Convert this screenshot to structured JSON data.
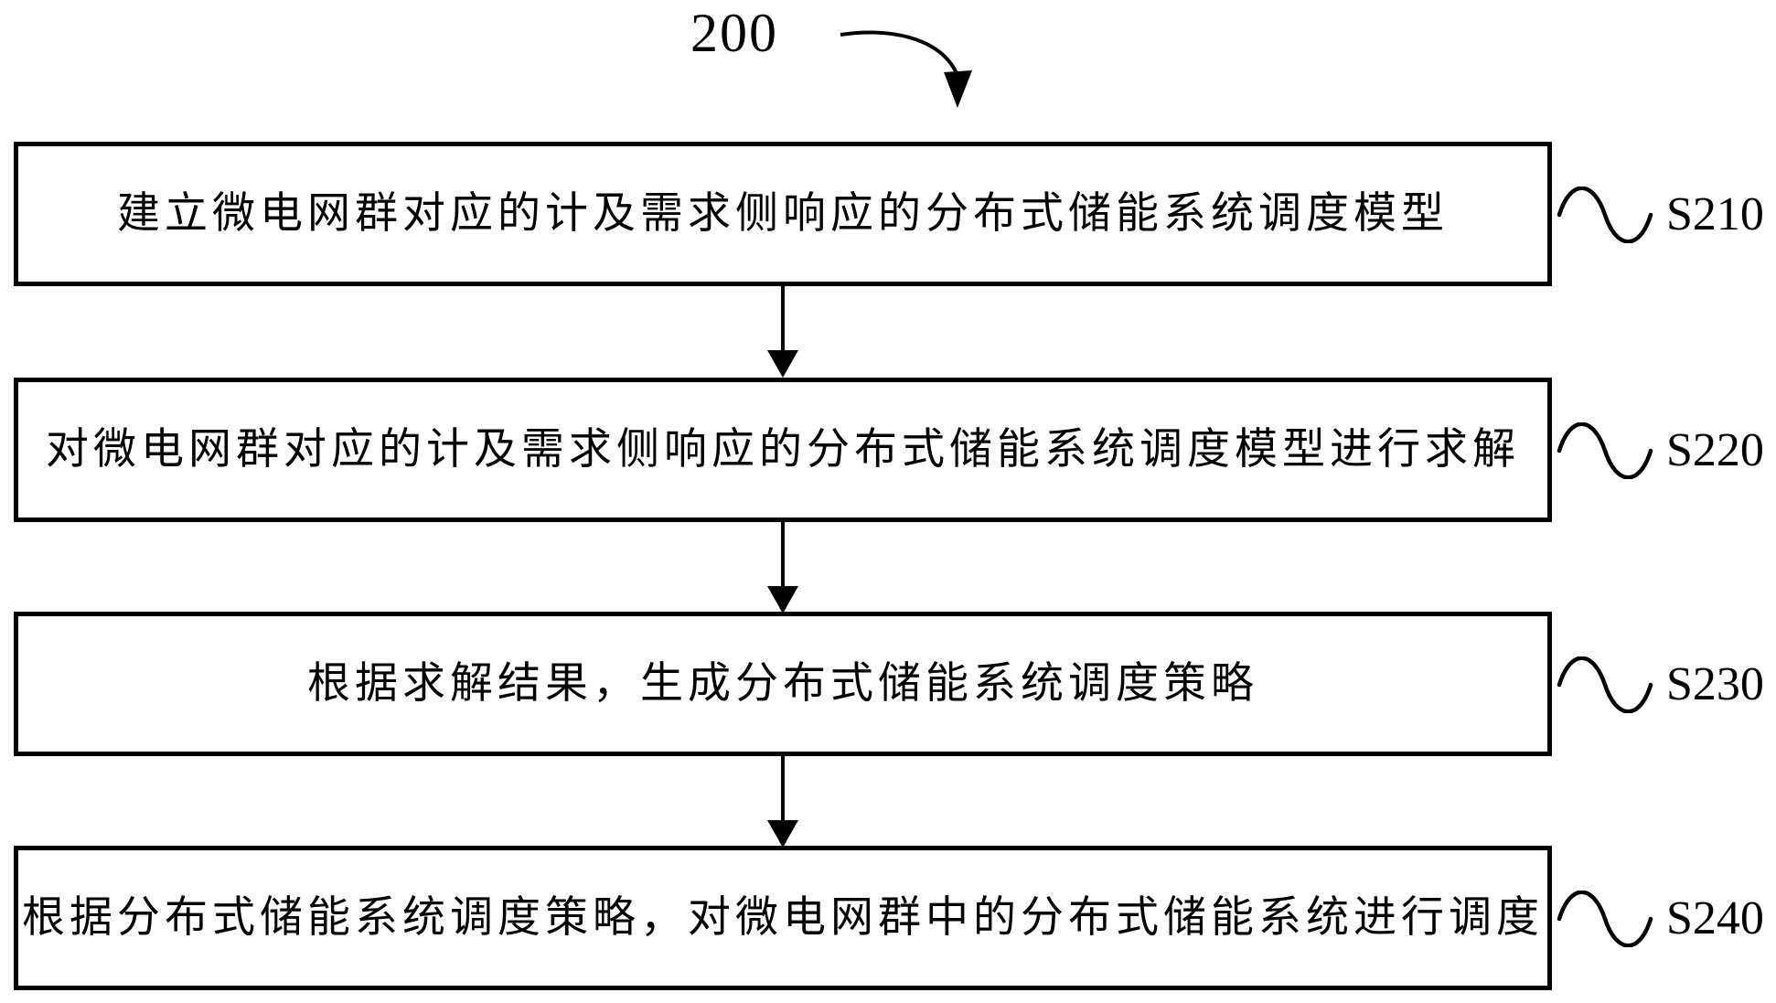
{
  "figure": {
    "ref_label": "200",
    "steps": [
      {
        "id": "S210",
        "text": "建立微电网群对应的计及需求侧响应的分布式储能系统调度模型"
      },
      {
        "id": "S220",
        "text": "对微电网群对应的计及需求侧响应的分布式储能系统调度模型进行求解"
      },
      {
        "id": "S230",
        "text": "根据求解结果，生成分布式储能系统调度策略"
      },
      {
        "id": "S240",
        "text": "根据分布式储能系统调度策略，对微电网群中的分布式储能系统进行调度"
      }
    ]
  },
  "colors": {
    "ink": "#000000",
    "background": "#ffffff"
  }
}
